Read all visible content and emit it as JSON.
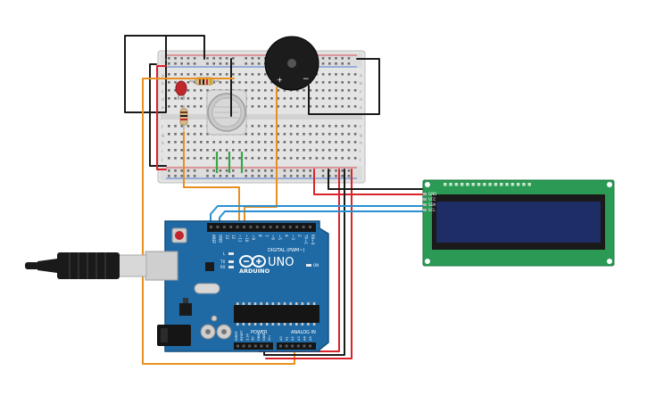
{
  "arduino": {
    "brand": "ARDUINO",
    "model": "UNO",
    "digital_header": "DIGITAL (PWM~)",
    "power_header": "POWER",
    "analog_header": "ANALOG IN",
    "on_label": "ON",
    "tx_label": "TX",
    "rx_label": "RX",
    "l_label": "L",
    "digital_pins": [
      "AREF",
      "GND",
      "13",
      "12",
      "~11",
      "~10",
      "~9",
      "8",
      "7",
      "~6",
      "~5",
      "4",
      "~3",
      "2",
      "TX→1",
      "RX←0"
    ],
    "power_pins": [
      "IOREF",
      "RESET",
      "3.3V",
      "5V",
      "GND",
      "GND",
      "Vin"
    ],
    "analog_pins": [
      "A0",
      "A1",
      "A2",
      "A3",
      "A4",
      "A5"
    ]
  },
  "lcd": {
    "pins": [
      "GND",
      "VCC",
      "SDA",
      "SCL"
    ]
  },
  "buzzer": {
    "plus": "+",
    "minus": "−"
  },
  "breadboard": {
    "row_letters": [
      "a",
      "b",
      "c",
      "d",
      "e",
      "f",
      "g",
      "h",
      "i",
      "j"
    ]
  },
  "colors": {
    "board": "#1f6aa5",
    "wire_orange": "#e8901e",
    "wire_red": "#d9232a",
    "wire_black": "#1a1a1a",
    "wire_blue": "#2a8fd0",
    "wire_green": "#35a845",
    "lcd_pcb": "#2a9a55",
    "lcd_screen": "#1e2d66"
  }
}
